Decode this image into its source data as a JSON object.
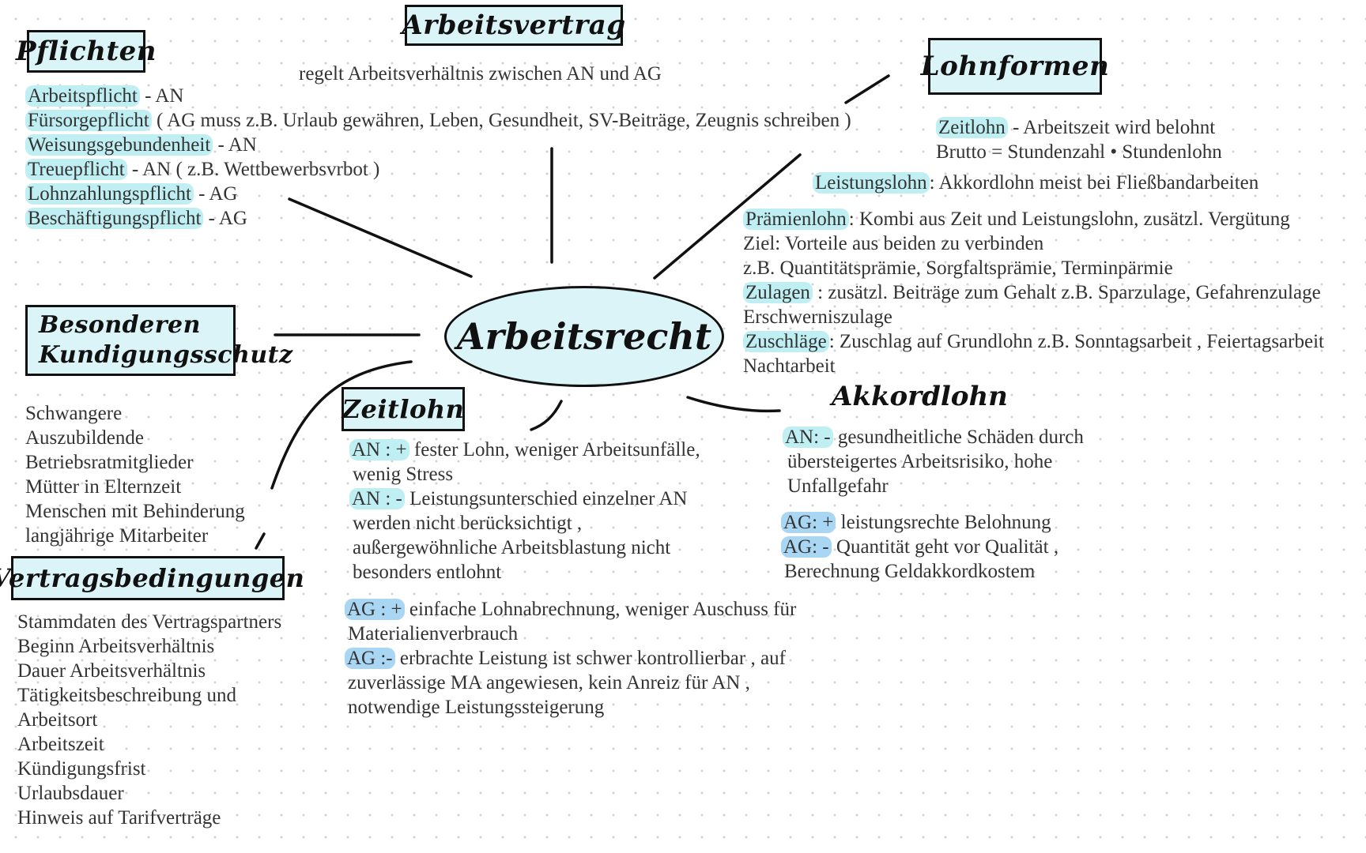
{
  "center": {
    "title": "Arbeitsrecht"
  },
  "arbeitsvertrag": {
    "title": "Arbeitsvertrag",
    "subtitle": "regelt Arbeitsverhältnis zwischen AN und AG"
  },
  "pflichten": {
    "title": "Pflichten",
    "items": [
      {
        "term": "Arbeitspflicht",
        "rest": " - AN"
      },
      {
        "term": "Fürsorgepflicht",
        "rest": " ( AG muss z.B. Urlaub gewähren, Leben, Gesundheit, SV-Beiträge, Zeugnis schreiben )"
      },
      {
        "term": "Weisungsgebundenheit",
        "rest": " - AN"
      },
      {
        "term": "Treuepflicht",
        "rest": " - AN ( z.B. Wettbewerbsvrbot )"
      },
      {
        "term": "Lohnzahlungspflicht",
        "rest": " - AG"
      },
      {
        "term": "Beschäftigungspflicht",
        "rest": " - AG"
      }
    ]
  },
  "lohnformen": {
    "title": "Lohnformen",
    "zeitlohn_term": "Zeitlohn",
    "zeitlohn_rest": " - Arbeitszeit wird belohnt",
    "brutto": "Brutto = Stundenzahl • Stundenlohn",
    "leistungslohn_term": "Leistungslohn",
    "leistungslohn_rest": ": Akkordlohn meist bei Fließbandarbeiten",
    "praemien_term": "Prämienlohn",
    "praemien_rest": ": Kombi aus Zeit und Leistungslohn, zusätzl. Vergütung",
    "ziel": "Ziel: Vorteile aus beiden zu verbinden",
    "zb": "z.B. Quantitätsprämie, Sorgfaltsprämie, Terminpärmie",
    "zulagen_term": "Zulagen",
    "zulagen_rest": " : zusätzl. Beiträge zum Gehalt z.B. Sparzulage, Gefahrenzulage",
    "erschwernis": "Erschwerniszulage",
    "zuschlaege_term": "Zuschläge",
    "zuschlaege_rest": ": Zuschlag auf Grundlohn z.B. Sonntagsarbeit , Feiertagsarbeit",
    "nacht": "Nachtarbeit"
  },
  "kuendigungsschutz": {
    "title_line1": "Besonderen",
    "title_line2": "Kundigungsschutz",
    "items": [
      "Schwangere",
      "Auszubildende",
      "Betriebsratmitglieder",
      "Mütter in Elternzeit",
      "Menschen mit Behinderung",
      "langjährige Mitarbeiter"
    ]
  },
  "vertragsbedingungen": {
    "title": "Vertragsbedingungen",
    "items": [
      "Stammdaten des Vertragspartners",
      "Beginn Arbeitsverhältnis",
      "Dauer Arbeitsverhältnis",
      "Tätigkeitsbeschreibung und",
      "Arbeitsort",
      "Arbeitszeit",
      "Kündigungsfrist",
      "Urlaubsdauer",
      "Hinweis auf Tarifverträge"
    ]
  },
  "zeitlohn": {
    "title": "Zeitlohn",
    "an_plus_tag": "AN : +",
    "an_plus_line1": " fester Lohn, weniger Arbeitsunfälle,",
    "an_plus_line2": "wenig Stress",
    "an_minus_tag": "AN : -",
    "an_minus_line1": " Leistungsunterschied einzelner AN",
    "an_minus_line2": "werden nicht berücksichtigt ,",
    "an_minus_line3": "außergewöhnliche Arbeitsblastung nicht",
    "an_minus_line4": "besonders entlohnt",
    "ag_plus_tag": "AG : +",
    "ag_plus_line1": " einfache Lohnabrechnung, weniger Auschuss für",
    "ag_plus_line2": "Materialienverbrauch",
    "ag_minus_tag": "AG :-",
    "ag_minus_line1": " erbrachte Leistung ist schwer kontrollierbar , auf",
    "ag_minus_line2": "zuverlässige MA angewiesen, kein Anreiz für AN ,",
    "ag_minus_line3": "notwendige Leistungssteigerung"
  },
  "akkordlohn": {
    "title": "Akkordlohn",
    "an_tag": "AN: -",
    "an_line1": " gesundheitliche Schäden durch",
    "an_line2": "übersteigertes Arbeitsrisiko, hohe",
    "an_line3": "Unfallgefahr",
    "ag_plus_tag": "AG: +",
    "ag_plus_rest": " leistungsrechte Belohnung",
    "ag_minus_tag": "AG: -",
    "ag_minus_rest": " Quantität  geht vor Qualität ,",
    "ag_minus_line2": "Berechnung Geldakkordkostem"
  },
  "colors": {
    "highlight": "#bfeef3",
    "highlight_blue": "#a9d6f2",
    "box_fill": "#dbf4f8",
    "ink": "#111111"
  }
}
